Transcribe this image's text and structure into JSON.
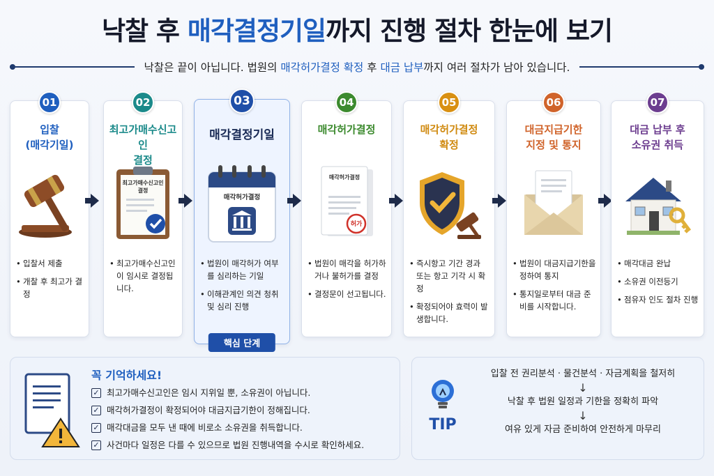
{
  "header": {
    "title_pre": "낙찰 후 ",
    "title_hl": "매각결정기일",
    "title_post": "까지 진행 절차 한눈에 보기",
    "subtitle_pre": "낙찰은 끝이 아닙니다. 법원의 ",
    "subtitle_hl1": "매각허가결정 확정",
    "subtitle_mid": " 후 ",
    "subtitle_hl2": "대금 납부",
    "subtitle_post": "까지 여러 절차가 남아 있습니다."
  },
  "steps": [
    {
      "num": "01",
      "title1": "입찰",
      "title2": "(매각기일)",
      "color": "#1f5fbf",
      "bullets": [
        "입찰서 제출",
        "개찰 후 최고가 결정"
      ],
      "icon": "gavel-icon"
    },
    {
      "num": "02",
      "title1": "최고가매수신고인",
      "title2": "결정",
      "color": "#1b8a8a",
      "bullets": [
        "최고가매수신고인이 임시로 결정됩니다."
      ],
      "icon": "clipboard-check-icon",
      "doc_text": "최고가매수신고인 결정"
    },
    {
      "num": "03",
      "title1": "매각결정기일",
      "title2": "",
      "color": "#1f4fa8",
      "bullets": [
        "법원이 매각허가 여부를 심리하는 기일",
        "이해관계인 의견 청취 및 심리 진행"
      ],
      "icon": "calendar-court-icon",
      "doc_text": "매각허가결정",
      "tag": "핵심 단계"
    },
    {
      "num": "04",
      "title1": "매각허가결정",
      "title2": "",
      "color": "#3c8a2e",
      "bullets": [
        "법원이 매각을 허가하거나 불허가를 결정",
        "결정문이 선고됩니다."
      ],
      "icon": "document-stamp-icon",
      "doc_text": "매각허가결정",
      "stamp": "허가"
    },
    {
      "num": "05",
      "title1": "매각허가결정",
      "title2": "확정",
      "color": "#d99012",
      "bullets": [
        "즉시항고 기간 경과 또는 항고 기각 시 확정",
        "확정되어야 효력이 발생합니다."
      ],
      "icon": "shield-check-icon"
    },
    {
      "num": "06",
      "title1": "대금지급기한",
      "title2": "지정 및 통지",
      "color": "#d0632a",
      "bullets": [
        "법원이 대금지급기한을 정하여 통지",
        "통지일로부터 대금 준비를 시작합니다."
      ],
      "icon": "envelope-icon"
    },
    {
      "num": "07",
      "title1": "대금 납부 후",
      "title2": "소유권 취득",
      "color": "#6c3d8f",
      "bullets": [
        "매각대금 완납",
        "소유권 이전등기",
        "점유자 인도 절차 진행"
      ],
      "icon": "house-key-icon"
    }
  ],
  "reminder": {
    "title": "꼭 기억하세요!",
    "items": [
      "최고가매수신고인은 임시 지위일 뿐, 소유권이 아닙니다.",
      "매각허가결정이 확정되어야 대금지급기한이 정해집니다.",
      "매각대금을 모두 낸 때에 비로소 소유권을 취득합니다.",
      "사건마다 일정은 다를 수 있으므로 법원 진행내역을 수시로 확인하세요."
    ]
  },
  "tip": {
    "label": "TIP",
    "lines": [
      "입찰 전 권리분석 · 물건분석 · 자금계획을 철저히",
      "낙찰 후 법원 일정과 기한을 정확히 파악",
      "여유 있게 자금 준비하여 안전하게 마무리"
    ],
    "arrow": "↓"
  },
  "colors": {
    "accent": "#1f5fbf",
    "dark": "#1e2b4a"
  }
}
